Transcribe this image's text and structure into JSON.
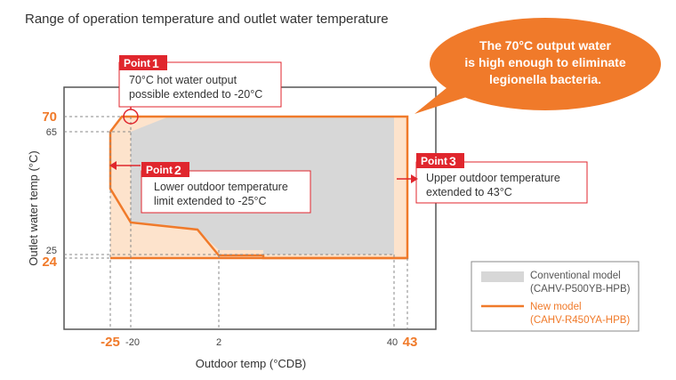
{
  "title": "Range of operation temperature and outlet water temperature",
  "colors": {
    "orange": "#f07a2a",
    "orange_fill": "#fde3cc",
    "red": "#e0262d",
    "gray_fill": "#d7d7d7",
    "frame": "#555555",
    "callout_border": "#e0262d"
  },
  "callout": {
    "line1": "The 70°C output water",
    "line2": "is high enough to eliminate",
    "line3": "legionella bacteria."
  },
  "points": [
    {
      "badge": "Point",
      "num": "1",
      "line1": "70°C hot water output",
      "line2": "possible extended to -20°C"
    },
    {
      "badge": "Point",
      "num": "2",
      "line1": "Lower outdoor temperature",
      "line2": "limit extended to -25°C"
    },
    {
      "badge": "Point",
      "num": "3",
      "line1": "Upper outdoor temperature",
      "line2": "extended to 43°C"
    }
  ],
  "axes": {
    "xlabel": "Outdoor temp (°CDB)",
    "ylabel": "Outlet water temp (°C)",
    "x_ticks_new": [
      "-25",
      "43"
    ],
    "x_ticks_old": [
      "-20",
      "2",
      "40"
    ],
    "y_ticks_new": [
      "70",
      "24"
    ],
    "y_ticks_old": [
      "65",
      "25"
    ]
  },
  "legend": {
    "conventional_label": "Conventional model",
    "conventional_model": "(CAHV-P500YB-HPB)",
    "new_label": "New model",
    "new_model": "(CAHV-R450YA-HPB)"
  }
}
